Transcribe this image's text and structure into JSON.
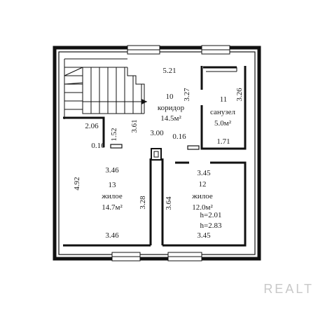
{
  "rooms": [
    {
      "id": "10",
      "number": "10",
      "name": "коридор",
      "area": "14.5м²"
    },
    {
      "id": "11",
      "number": "11",
      "name": "санузел",
      "area": "5.0м²"
    },
    {
      "id": "13",
      "number": "13",
      "name": "жилое",
      "area": "14.7м²"
    },
    {
      "id": "12",
      "number": "12",
      "name": "жилое",
      "area": "12.0м²"
    }
  ],
  "dimensions": {
    "corr_top": "5.21",
    "corr_right": "3.27",
    "corr_mid": "3.00",
    "corr_left": "3.61",
    "bath_right": "3.26",
    "bath_bottom": "1.71",
    "tiny_016_a": "0.16",
    "tiny_016_b": "0.16",
    "r13_top_left": "2.06",
    "r13_notch": "1.52",
    "r13_top": "3.46",
    "r13_left": "4.92",
    "r13_right": "3.28",
    "r13_bottom": "3.46",
    "r12_top": "3.45",
    "r12_left": "3.64",
    "r12_bottom": "3.45",
    "height_low": "h=2.01",
    "height_high": "h=2.83"
  },
  "watermark": "REALT"
}
